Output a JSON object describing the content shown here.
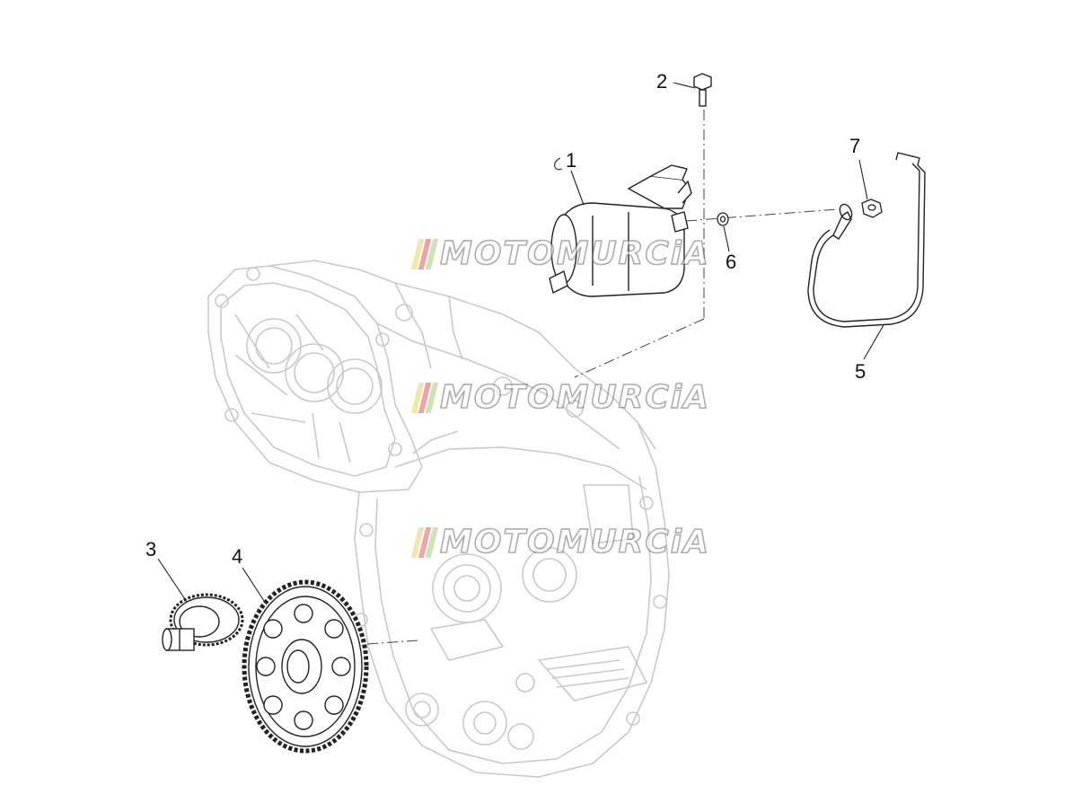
{
  "callouts": [
    {
      "id": "c1",
      "label": "1"
    },
    {
      "id": "c2",
      "label": "2"
    },
    {
      "id": "c3",
      "label": "3"
    },
    {
      "id": "c4",
      "label": "4"
    },
    {
      "id": "c5",
      "label": "5"
    },
    {
      "id": "c6",
      "label": "6"
    },
    {
      "id": "c7",
      "label": "7"
    }
  ],
  "watermark": {
    "text": "MOTOMURCiA",
    "stripe_colors": [
      "#e8d36a",
      "#e05a5a",
      "#9fd07a"
    ]
  },
  "colors": {
    "line": "#222222",
    "engine_line": "#c8c8c8",
    "watermark_outline": "#6b6b6b"
  }
}
